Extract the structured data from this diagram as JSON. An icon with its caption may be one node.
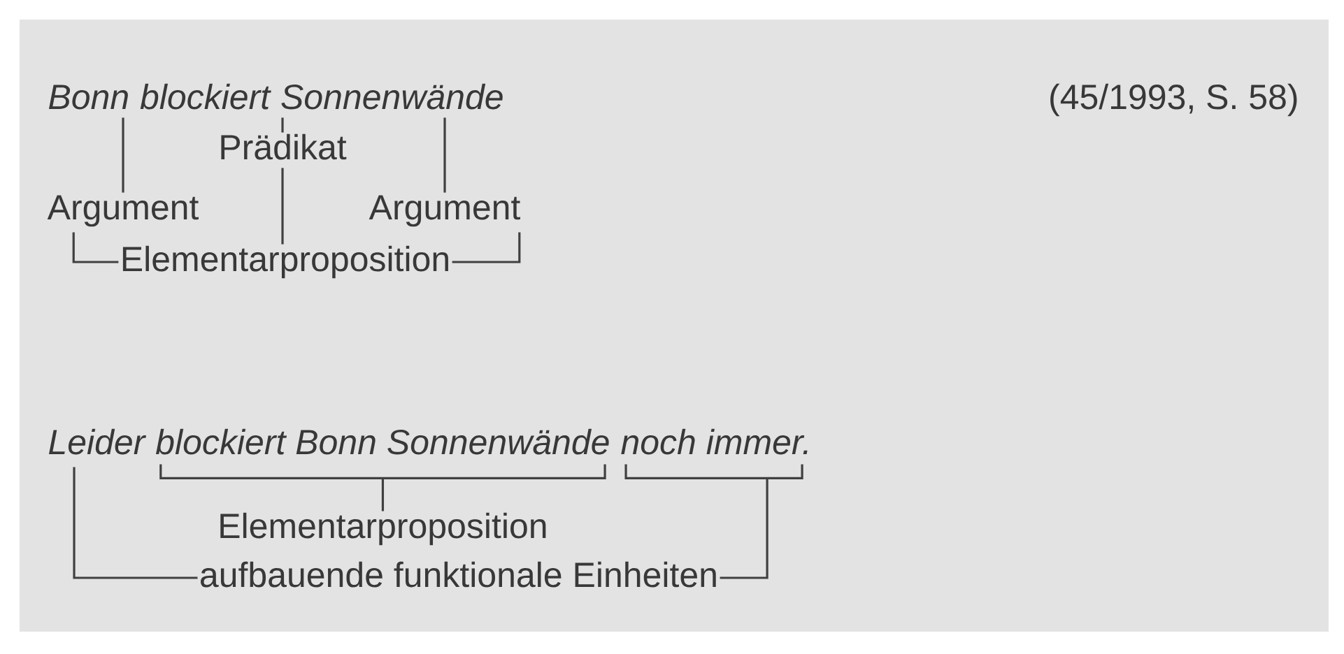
{
  "diagram": {
    "nodes": [
      {
        "text": [
          "Bonn"
        ]
      },
      {
        "text": [
          "blockiert"
        ]
      },
      {
        "text": [
          "Sonnenwände"
        ]
      },
      {
        "text": [
          "Argument"
        ]
      },
      {
        "text": [
          "Prädikat"
        ]
      },
      {
        "text": [
          "Argument"
        ]
      },
      {
        "text": [
          "Elementarproposition"
        ]
      },
      {
        "text": [
          "Leider"
        ]
      },
      {
        "text": [
          "blockiert Bonn Sonnenwände"
        ]
      },
      {
        "text": [
          "noch immer."
        ]
      },
      {
        "text": [
          "Elementarproposition"
        ]
      },
      {
        "text": [
          "aufbauende funktionale Einheiten"
        ]
      }
    ],
    "edges": [
      {
        "from": 0,
        "to": 3,
        "arrow": "none"
      },
      {
        "from": 1,
        "to": 4,
        "arrow": "none"
      },
      {
        "from": 2,
        "to": 5,
        "arrow": "none"
      },
      {
        "from": 4,
        "to": 6,
        "arrow": "none"
      },
      {
        "from": 3,
        "to": 6,
        "arrow": "none"
      },
      {
        "from": 5,
        "to": 6,
        "arrow": "none"
      },
      {
        "from": 8,
        "to": 10,
        "arrow": "none"
      },
      {
        "from": 7,
        "to": 11,
        "arrow": "none"
      },
      {
        "from": 9,
        "to": 11,
        "arrow": "none"
      }
    ],
    "labels": [
      "(45/1993, S. 58)"
    ]
  }
}
